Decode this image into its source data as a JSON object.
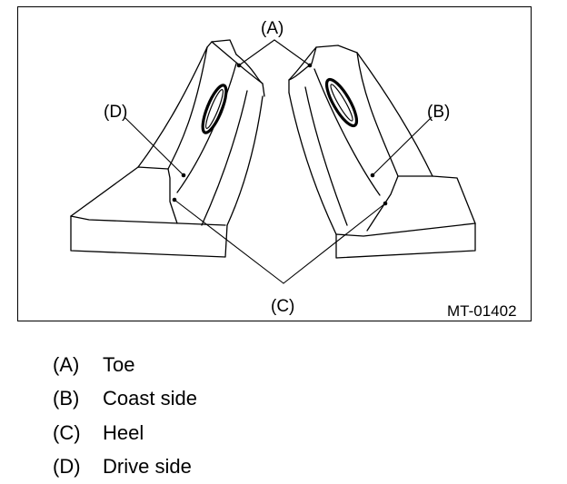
{
  "figure": {
    "code": "MT-01402",
    "callouts": {
      "A": "(A)",
      "B": "(B)",
      "C": "(C)",
      "D": "(D)"
    }
  },
  "legend": [
    {
      "key": "(A)",
      "text": "Toe"
    },
    {
      "key": "(B)",
      "text": "Coast side"
    },
    {
      "key": "(C)",
      "text": "Heel"
    },
    {
      "key": "(D)",
      "text": "Drive side"
    }
  ]
}
